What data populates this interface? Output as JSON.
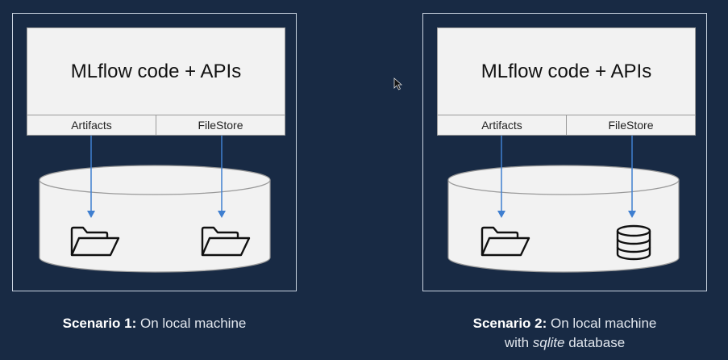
{
  "scenario1": {
    "code_label": "MLflow code + APIs",
    "port_left": "Artifacts",
    "port_right": "FileStore",
    "caption_bold": "Scenario 1:",
    "caption_rest": " On local machine",
    "left_store_icon": "folder-icon",
    "right_store_icon": "folder-icon"
  },
  "scenario2": {
    "code_label": "MLflow code + APIs",
    "port_left": "Artifacts",
    "port_right": "FileStore",
    "caption_bold": "Scenario 2:",
    "caption_rest": " On local machine",
    "caption_line2_pre": "with ",
    "caption_line2_italic": "sqlite",
    "caption_line2_post": " database",
    "left_store_icon": "folder-icon",
    "right_store_icon": "database-icon"
  },
  "colors": {
    "background": "#182a44",
    "arrow": "#3f7fd0",
    "panel_border": "#c9d3e0"
  }
}
